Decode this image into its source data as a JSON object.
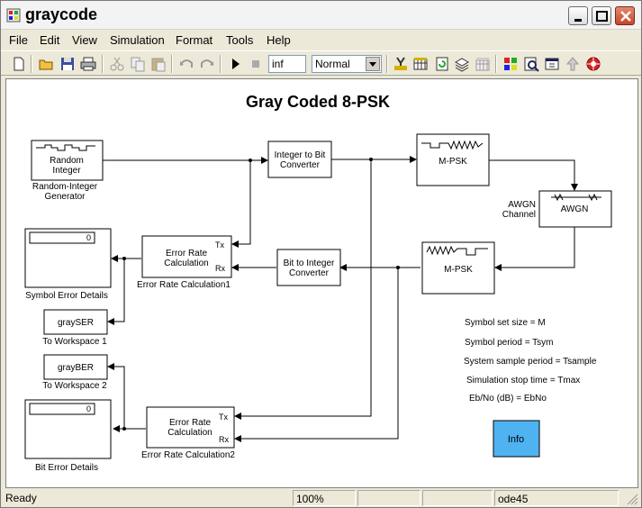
{
  "window": {
    "title": "graycode"
  },
  "menu": [
    "File",
    "Edit",
    "View",
    "Simulation",
    "Format",
    "Tools",
    "Help"
  ],
  "toolbar": {
    "stop_time": "inf",
    "mode": "Normal",
    "icons": [
      "new-icon",
      "open-icon",
      "save-icon",
      "print-icon",
      "cut-icon",
      "copy-icon",
      "paste-icon",
      "undo-icon",
      "redo-icon",
      "play-icon",
      "stop-icon",
      "build-icon",
      "update-icon",
      "refresh-icon",
      "layers-icon",
      "grid-icon",
      "library-icon",
      "explorer-icon",
      "debug-icon",
      "up-icon",
      "settings-icon"
    ]
  },
  "model": {
    "title": "Gray Coded 8-PSK",
    "blocks": {
      "random_integer": {
        "text1": "Random",
        "text2": "Integer",
        "label1": "Random-Integer",
        "label2": "Generator"
      },
      "int_to_bit": {
        "text1": "Integer to Bit",
        "text2": "Converter"
      },
      "mpsk_mod": {
        "text": "M-PSK"
      },
      "awgn": {
        "text": "AWGN",
        "label1": "AWGN",
        "label2": "Channel"
      },
      "mpsk_demod": {
        "text": "M-PSK"
      },
      "bit_to_int": {
        "text1": "Bit to Integer",
        "text2": "Converter"
      },
      "err_calc1": {
        "text1": "Error Rate",
        "text2": "Calculation",
        "tx": "Tx",
        "rx": "Rx",
        "label": "Error Rate Calculation1"
      },
      "err_calc2": {
        "text1": "Error Rate",
        "text2": "Calculation",
        "tx": "Tx",
        "rx": "Rx",
        "label": "Error Rate Calculation2"
      },
      "symbol_display": {
        "value": "0",
        "label": "Symbol Error Details"
      },
      "bit_display": {
        "value": "0",
        "label": "Bit Error Details"
      },
      "gray_ser": {
        "text": "graySER",
        "label": "To Workspace 1"
      },
      "gray_ber": {
        "text": "grayBER",
        "label": "To Workspace 2"
      },
      "info": {
        "text": "Info",
        "color": "#4fb3f2"
      }
    },
    "annotations": [
      "Symbol set size = M",
      "Symbol period = Tsym",
      "System sample period = Tsample",
      "Simulation stop time = Tmax",
      "Eb/No (dB) = EbNo"
    ]
  },
  "status": {
    "state": "Ready",
    "zoom": "100%",
    "solver": "ode45"
  }
}
